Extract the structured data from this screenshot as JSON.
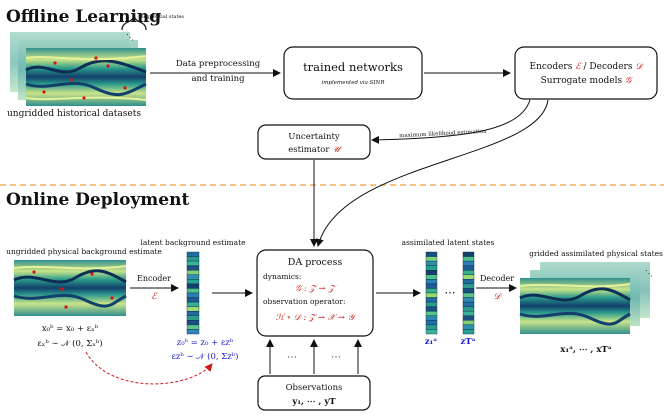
{
  "sections": {
    "offline_title": "Offline Learning",
    "online_title": "Online Deployment"
  },
  "offline": {
    "sequential_states": "sequential states",
    "dataset_label": "ungridded historical datasets",
    "preprocess_label_1": "Data preprocessing",
    "preprocess_label_2": "and training",
    "trained_title": "trained networks",
    "trained_sub": "implemented via SINR",
    "models_line1_a": "Encoders ",
    "models_line1_sym1": "ℰ",
    "models_line1_b": " / Decoders ",
    "models_line1_sym2": "𝒟",
    "models_line2_a": "Surrogate models ",
    "models_line2_sym": "𝒢",
    "uncertainty_line1": "Uncertainty",
    "uncertainty_line2_a": "estimator ",
    "uncertainty_sym": "𝒰",
    "mle_label": "maximum likelihood estimation"
  },
  "online": {
    "background_label": "ungridded physical background estimate",
    "bg_eq1": "x₀ᵇ = x₀ + εₓᵇ",
    "bg_eq2": "εₓᵇ ∼ 𝒩 (0, Σₓᵇ)",
    "encoder_label": "Encoder",
    "encoder_sym": "ℰ",
    "latent_bg_label": "latent background estimate",
    "latent_eq1": "z₀ᵇ = z₀ + εzᵇ",
    "latent_eq2": "εzᵇ ∼ 𝒩 (0, Σzᵇ)",
    "da_title": "DA process",
    "dynamics_label": "dynamics:",
    "dynamics_eq": "𝒢 : 𝒵 → 𝒵",
    "obs_op_label": "observation operator:",
    "obs_op_eq": "ℋ ∘ 𝒟 : 𝒵 → 𝒳 → 𝒴",
    "dots": "⋯",
    "observations_title": "Observations",
    "observations_eq": "y₁, ⋯ , yT",
    "assim_latent_label": "assimilated latent states",
    "z1_label": "z₁ᵃ",
    "zT_label": "zTᵃ",
    "decoder_label": "Decoder",
    "decoder_sym": "𝒟",
    "gridded_label": "gridded assimilated physical states",
    "gridded_eq": "x₁ᵃ, ⋯ , xTᵃ"
  },
  "colors": {
    "accent_red": "#cc1a1a",
    "accent_blue": "#1a1acc",
    "divider_orange": "#f29a3a",
    "field_dark": "#123f6b",
    "field_mid": "#2a9a8c",
    "field_light": "#c9e48a"
  }
}
